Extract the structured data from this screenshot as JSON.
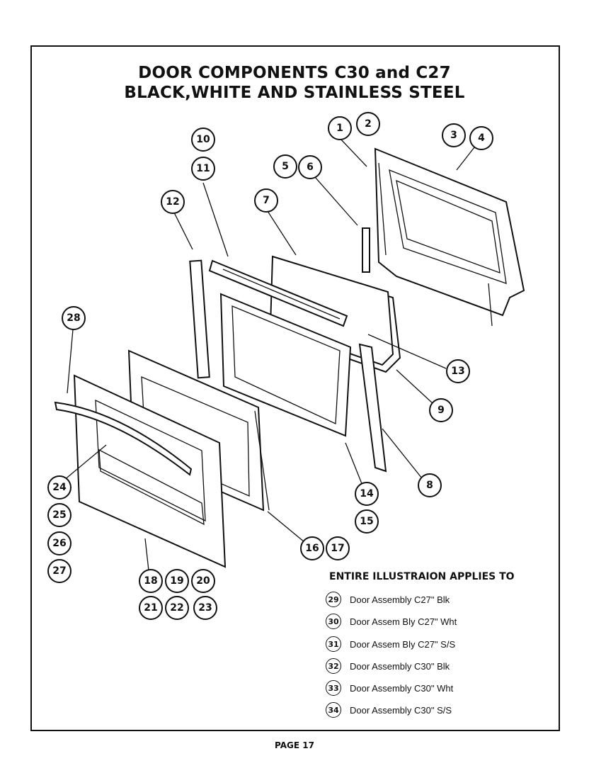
{
  "title": {
    "line1": "DOOR COMPONENTS C30 and C27",
    "line2": "BLACK,WHITE AND STAINLESS STEEL"
  },
  "callouts": [
    "1",
    "2",
    "3",
    "4",
    "5",
    "6",
    "7",
    "8",
    "9",
    "10",
    "11",
    "12",
    "13",
    "14",
    "15",
    "16",
    "17",
    "18",
    "19",
    "20",
    "21",
    "22",
    "23",
    "24",
    "25",
    "26",
    "27",
    "28"
  ],
  "applies_heading": "ENTIRE ILLUSTRAION APPLIES TO",
  "assemblies": [
    {
      "num": "29",
      "label": "Door Assembly C27\" Blk"
    },
    {
      "num": "30",
      "label": "Door Assem Bly C27\" Wht"
    },
    {
      "num": "31",
      "label": "Door Assem Bly C27\" S/S"
    },
    {
      "num": "32",
      "label": "Door Assembly C30\" Blk"
    },
    {
      "num": "33",
      "label": "Door Assembly C30\" Wht"
    },
    {
      "num": "34",
      "label": "Door Assembly C30\" S/S"
    }
  ],
  "footer": "PAGE 17"
}
